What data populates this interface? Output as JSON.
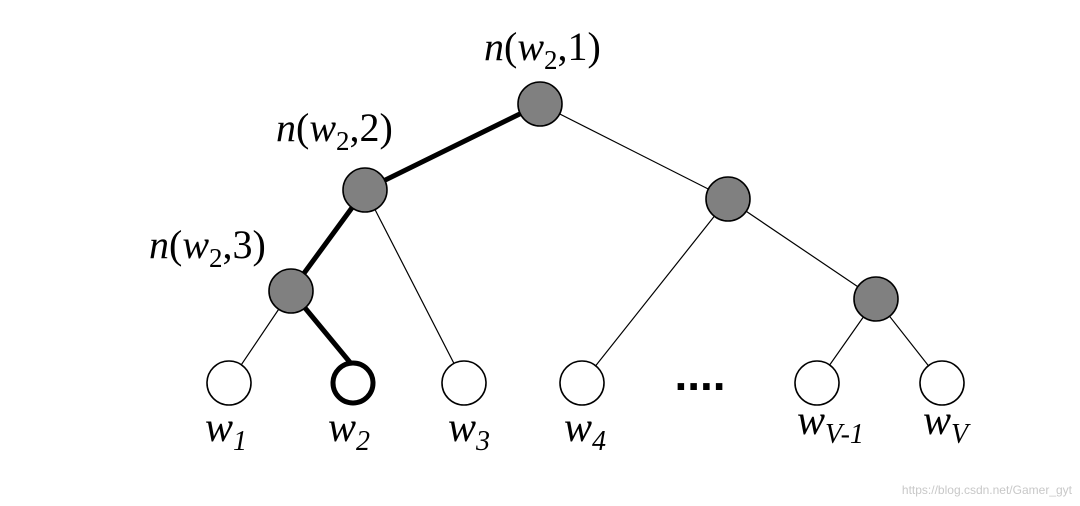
{
  "labels": {
    "root": {
      "fn": "n",
      "w": "w",
      "sub": "2",
      "idx": "1"
    },
    "level2": {
      "fn": "n",
      "w": "w",
      "sub": "2",
      "idx": "2"
    },
    "level3": {
      "fn": "n",
      "w": "w",
      "sub": "2",
      "idx": "3"
    }
  },
  "leaves": [
    {
      "base": "w",
      "sub": "1"
    },
    {
      "base": "w",
      "sub": "2"
    },
    {
      "base": "w",
      "sub": "3"
    },
    {
      "base": "w",
      "sub": "4"
    },
    {
      "base": "w",
      "sub": "V-1"
    },
    {
      "base": "w",
      "sub": "V"
    }
  ],
  "ellipsis": "....",
  "watermark": "https://blog.csdn.net/Gamer_gyt",
  "colors": {
    "internal_node_fill": "#808080",
    "leaf_fill": "#ffffff",
    "stroke": "#000000",
    "watermark": "#c8c8c8"
  }
}
